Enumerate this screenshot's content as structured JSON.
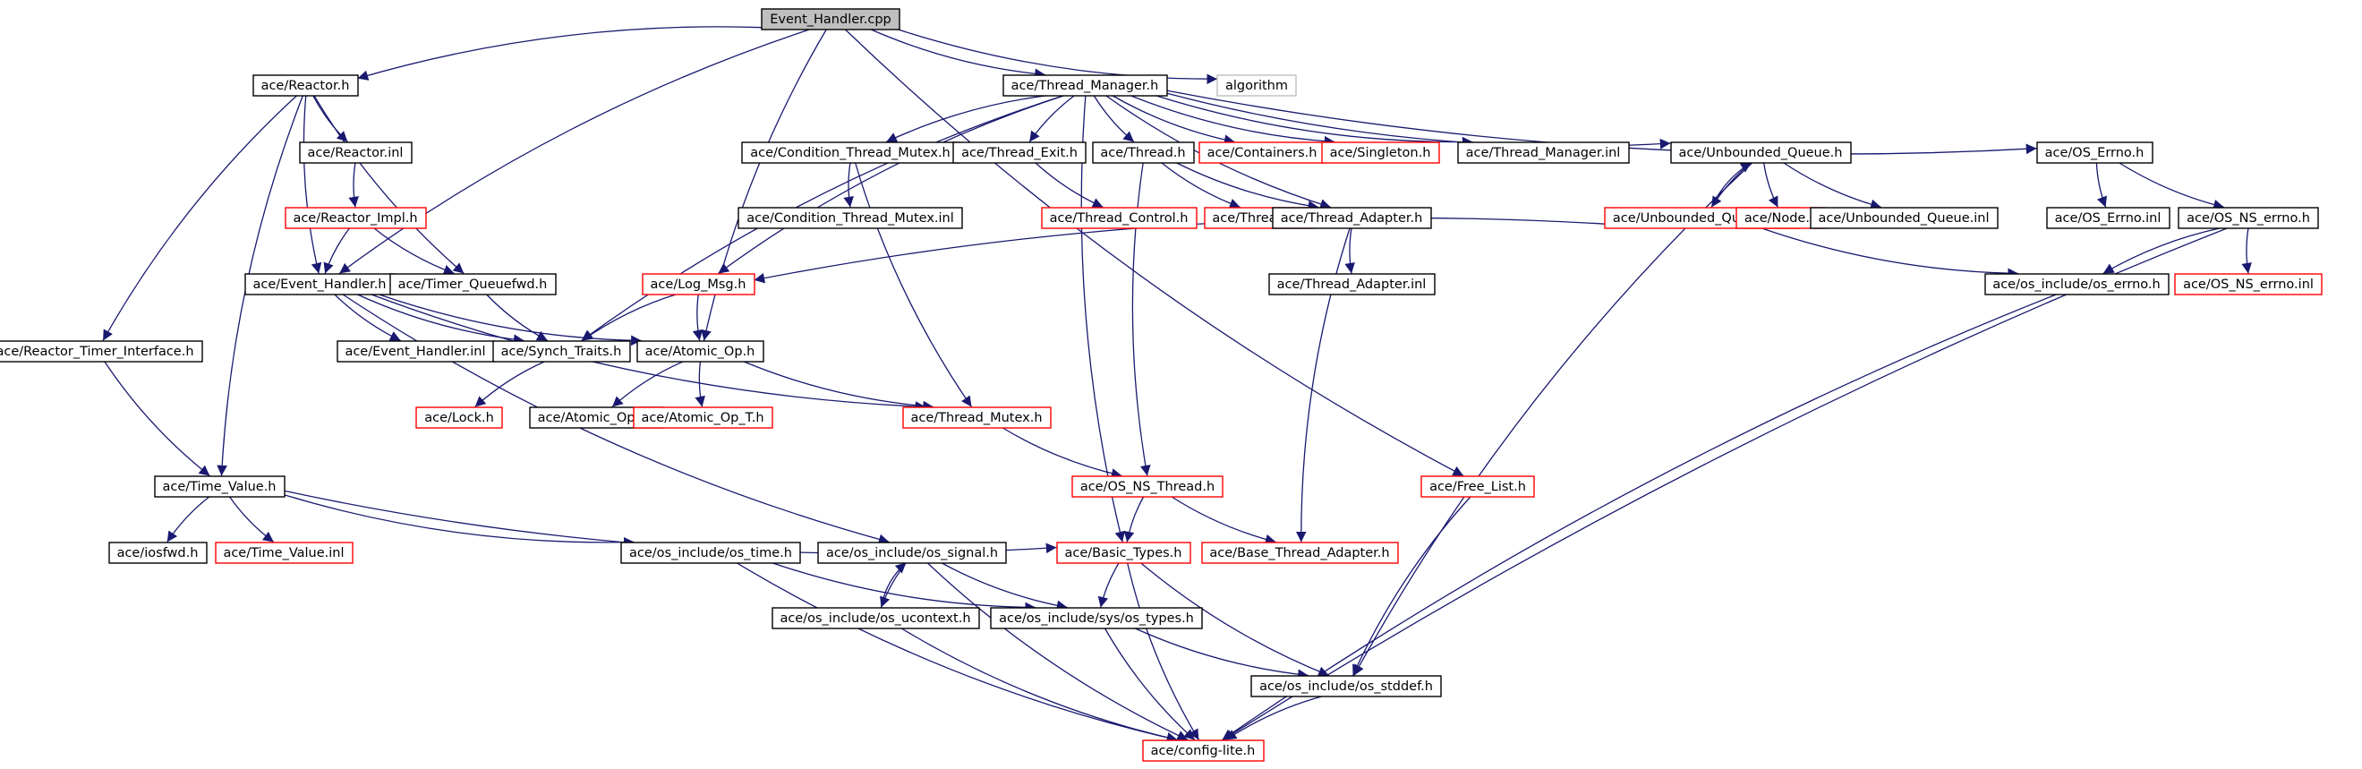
{
  "graph": {
    "edge_color": "#191970",
    "nodes": [
      {
        "id": "root",
        "label": "Event_Handler.cpp",
        "style": "root"
      },
      {
        "id": "reactor",
        "label": "ace/Reactor.h",
        "style": "normal"
      },
      {
        "id": "tm",
        "label": "ace/Thread_Manager.h",
        "style": "normal"
      },
      {
        "id": "algorithm",
        "label": "algorithm",
        "style": "ext"
      },
      {
        "id": "reactor_inl",
        "label": "ace/Reactor.inl",
        "style": "normal"
      },
      {
        "id": "reactor_impl",
        "label": "ace/Reactor_Impl.h",
        "style": "trunc"
      },
      {
        "id": "eh",
        "label": "ace/Event_Handler.h",
        "style": "normal"
      },
      {
        "id": "tqf",
        "label": "ace/Timer_Queuefwd.h",
        "style": "normal"
      },
      {
        "id": "rti",
        "label": "ace/Reactor_Timer_Interface.h",
        "style": "normal"
      },
      {
        "id": "eh_inl",
        "label": "ace/Event_Handler.inl",
        "style": "normal"
      },
      {
        "id": "synch",
        "label": "ace/Synch_Traits.h",
        "style": "normal"
      },
      {
        "id": "atomic",
        "label": "ace/Atomic_Op.h",
        "style": "normal"
      },
      {
        "id": "lock",
        "label": "ace/Lock.h",
        "style": "trunc"
      },
      {
        "id": "atomic_inl",
        "label": "ace/Atomic_Op.inl",
        "style": "normal"
      },
      {
        "id": "atomic_t",
        "label": "ace/Atomic_Op_T.h",
        "style": "trunc"
      },
      {
        "id": "tv",
        "label": "ace/Time_Value.h",
        "style": "normal"
      },
      {
        "id": "iosfwd",
        "label": "ace/iosfwd.h",
        "style": "normal"
      },
      {
        "id": "tv_inl",
        "label": "ace/Time_Value.inl",
        "style": "trunc"
      },
      {
        "id": "os_time",
        "label": "ace/os_include/os_time.h",
        "style": "normal"
      },
      {
        "id": "os_signal",
        "label": "ace/os_include/os_signal.h",
        "style": "normal"
      },
      {
        "id": "os_ucontext",
        "label": "ace/os_include/os_ucontext.h",
        "style": "normal"
      },
      {
        "id": "cond",
        "label": "ace/Condition_Thread_Mutex.h",
        "style": "normal"
      },
      {
        "id": "cond_inl",
        "label": "ace/Condition_Thread_Mutex.inl",
        "style": "normal"
      },
      {
        "id": "texit",
        "label": "ace/Thread_Exit.h",
        "style": "normal"
      },
      {
        "id": "tctrl",
        "label": "ace/Thread_Control.h",
        "style": "trunc"
      },
      {
        "id": "thread",
        "label": "ace/Thread.h",
        "style": "normal"
      },
      {
        "id": "thread_inl",
        "label": "ace/Thread.inl",
        "style": "trunc"
      },
      {
        "id": "containers",
        "label": "ace/Containers.h",
        "style": "trunc"
      },
      {
        "id": "singleton",
        "label": "ace/Singleton.h",
        "style": "trunc"
      },
      {
        "id": "tm_inl",
        "label": "ace/Thread_Manager.inl",
        "style": "normal"
      },
      {
        "id": "uq",
        "label": "ace/Unbounded_Queue.h",
        "style": "normal"
      },
      {
        "id": "uq_cpp",
        "label": "ace/Unbounded_Queue.cpp",
        "style": "trunc"
      },
      {
        "id": "node",
        "label": "ace/Node.h",
        "style": "trunc"
      },
      {
        "id": "uq_inl",
        "label": "ace/Unbounded_Queue.inl",
        "style": "normal"
      },
      {
        "id": "ta",
        "label": "ace/Thread_Adapter.h",
        "style": "normal"
      },
      {
        "id": "ta_inl",
        "label": "ace/Thread_Adapter.inl",
        "style": "normal"
      },
      {
        "id": "logmsg",
        "label": "ace/Log_Msg.h",
        "style": "trunc"
      },
      {
        "id": "tmutex",
        "label": "ace/Thread_Mutex.h",
        "style": "trunc"
      },
      {
        "id": "osnst",
        "label": "ace/OS_NS_Thread.h",
        "style": "trunc"
      },
      {
        "id": "basic",
        "label": "ace/Basic_Types.h",
        "style": "trunc"
      },
      {
        "id": "bta",
        "label": "ace/Base_Thread_Adapter.h",
        "style": "trunc"
      },
      {
        "id": "freelist",
        "label": "ace/Free_List.h",
        "style": "trunc"
      },
      {
        "id": "oserrno",
        "label": "ace/OS_Errno.h",
        "style": "normal"
      },
      {
        "id": "oserrno_inl",
        "label": "ace/OS_Errno.inl",
        "style": "normal"
      },
      {
        "id": "osnserrno",
        "label": "ace/OS_NS_errno.h",
        "style": "normal"
      },
      {
        "id": "osinc_errno",
        "label": "ace/os_include/os_errno.h",
        "style": "normal"
      },
      {
        "id": "osnserrno_inl",
        "label": "ace/OS_NS_errno.inl",
        "style": "trunc"
      },
      {
        "id": "systypes",
        "label": "ace/os_include/sys/os_types.h",
        "style": "normal"
      },
      {
        "id": "stddef",
        "label": "ace/os_include/os_stddef.h",
        "style": "normal"
      },
      {
        "id": "config",
        "label": "ace/config-lite.h",
        "style": "trunc"
      }
    ],
    "edges": [
      [
        "root",
        "reactor"
      ],
      [
        "root",
        "tm"
      ],
      [
        "root",
        "algorithm"
      ],
      [
        "root",
        "eh"
      ],
      [
        "root",
        "atomic"
      ],
      [
        "root",
        "freelist"
      ],
      [
        "reactor",
        "reactor_inl"
      ],
      [
        "reactor",
        "eh"
      ],
      [
        "reactor",
        "tqf"
      ],
      [
        "reactor",
        "rti"
      ],
      [
        "reactor",
        "tv"
      ],
      [
        "reactor_inl",
        "reactor_impl"
      ],
      [
        "reactor_impl",
        "eh"
      ],
      [
        "reactor_impl",
        "tqf"
      ],
      [
        "eh",
        "eh_inl"
      ],
      [
        "eh",
        "synch"
      ],
      [
        "eh",
        "atomic"
      ],
      [
        "eh",
        "os_signal"
      ],
      [
        "eh",
        "tmutex"
      ],
      [
        "tqf",
        "synch"
      ],
      [
        "rti",
        "tv"
      ],
      [
        "synch",
        "lock"
      ],
      [
        "atomic",
        "atomic_inl"
      ],
      [
        "atomic",
        "atomic_t"
      ],
      [
        "atomic",
        "tmutex"
      ],
      [
        "logmsg",
        "synch"
      ],
      [
        "logmsg",
        "atomic"
      ],
      [
        "tv",
        "iosfwd"
      ],
      [
        "tv",
        "tv_inl"
      ],
      [
        "tv",
        "os_time"
      ],
      [
        "tv",
        "basic"
      ],
      [
        "tm",
        "cond"
      ],
      [
        "tm",
        "texit"
      ],
      [
        "tm",
        "thread"
      ],
      [
        "tm",
        "containers"
      ],
      [
        "tm",
        "singleton"
      ],
      [
        "tm",
        "tm_inl"
      ],
      [
        "tm",
        "uq"
      ],
      [
        "tm",
        "oserrno"
      ],
      [
        "tm",
        "ta"
      ],
      [
        "tm",
        "logmsg"
      ],
      [
        "tm",
        "synch"
      ],
      [
        "tm",
        "basic"
      ],
      [
        "cond",
        "cond_inl"
      ],
      [
        "cond",
        "tmutex"
      ],
      [
        "texit",
        "tctrl"
      ],
      [
        "thread",
        "thread_inl"
      ],
      [
        "thread",
        "ta"
      ],
      [
        "thread",
        "osnst"
      ],
      [
        "uq",
        "uq_cpp"
      ],
      [
        "uq",
        "node"
      ],
      [
        "uq",
        "uq_inl"
      ],
      [
        "uq",
        "stddef"
      ],
      [
        "uq_cpp",
        "uq"
      ],
      [
        "uq_cpp",
        "logmsg"
      ],
      [
        "uq_cpp",
        "osinc_errno"
      ],
      [
        "ta",
        "ta_inl"
      ],
      [
        "ta",
        "bta"
      ],
      [
        "tmutex",
        "osnst"
      ],
      [
        "osnst",
        "basic"
      ],
      [
        "osnst",
        "bta"
      ],
      [
        "basic",
        "systypes"
      ],
      [
        "basic",
        "stddef"
      ],
      [
        "basic",
        "config"
      ],
      [
        "freelist",
        "stddef"
      ],
      [
        "oserrno",
        "oserrno_inl"
      ],
      [
        "oserrno",
        "osnserrno"
      ],
      [
        "osnserrno",
        "osinc_errno"
      ],
      [
        "osnserrno",
        "osnserrno_inl"
      ],
      [
        "osnserrno",
        "config"
      ],
      [
        "osinc_errno",
        "config"
      ],
      [
        "os_time",
        "systypes"
      ],
      [
        "os_time",
        "config"
      ],
      [
        "os_signal",
        "systypes"
      ],
      [
        "os_signal",
        "os_ucontext"
      ],
      [
        "os_signal",
        "config"
      ],
      [
        "os_ucontext",
        "os_signal"
      ],
      [
        "os_ucontext",
        "config"
      ],
      [
        "systypes",
        "stddef"
      ],
      [
        "systypes",
        "config"
      ],
      [
        "stddef",
        "config"
      ]
    ]
  }
}
